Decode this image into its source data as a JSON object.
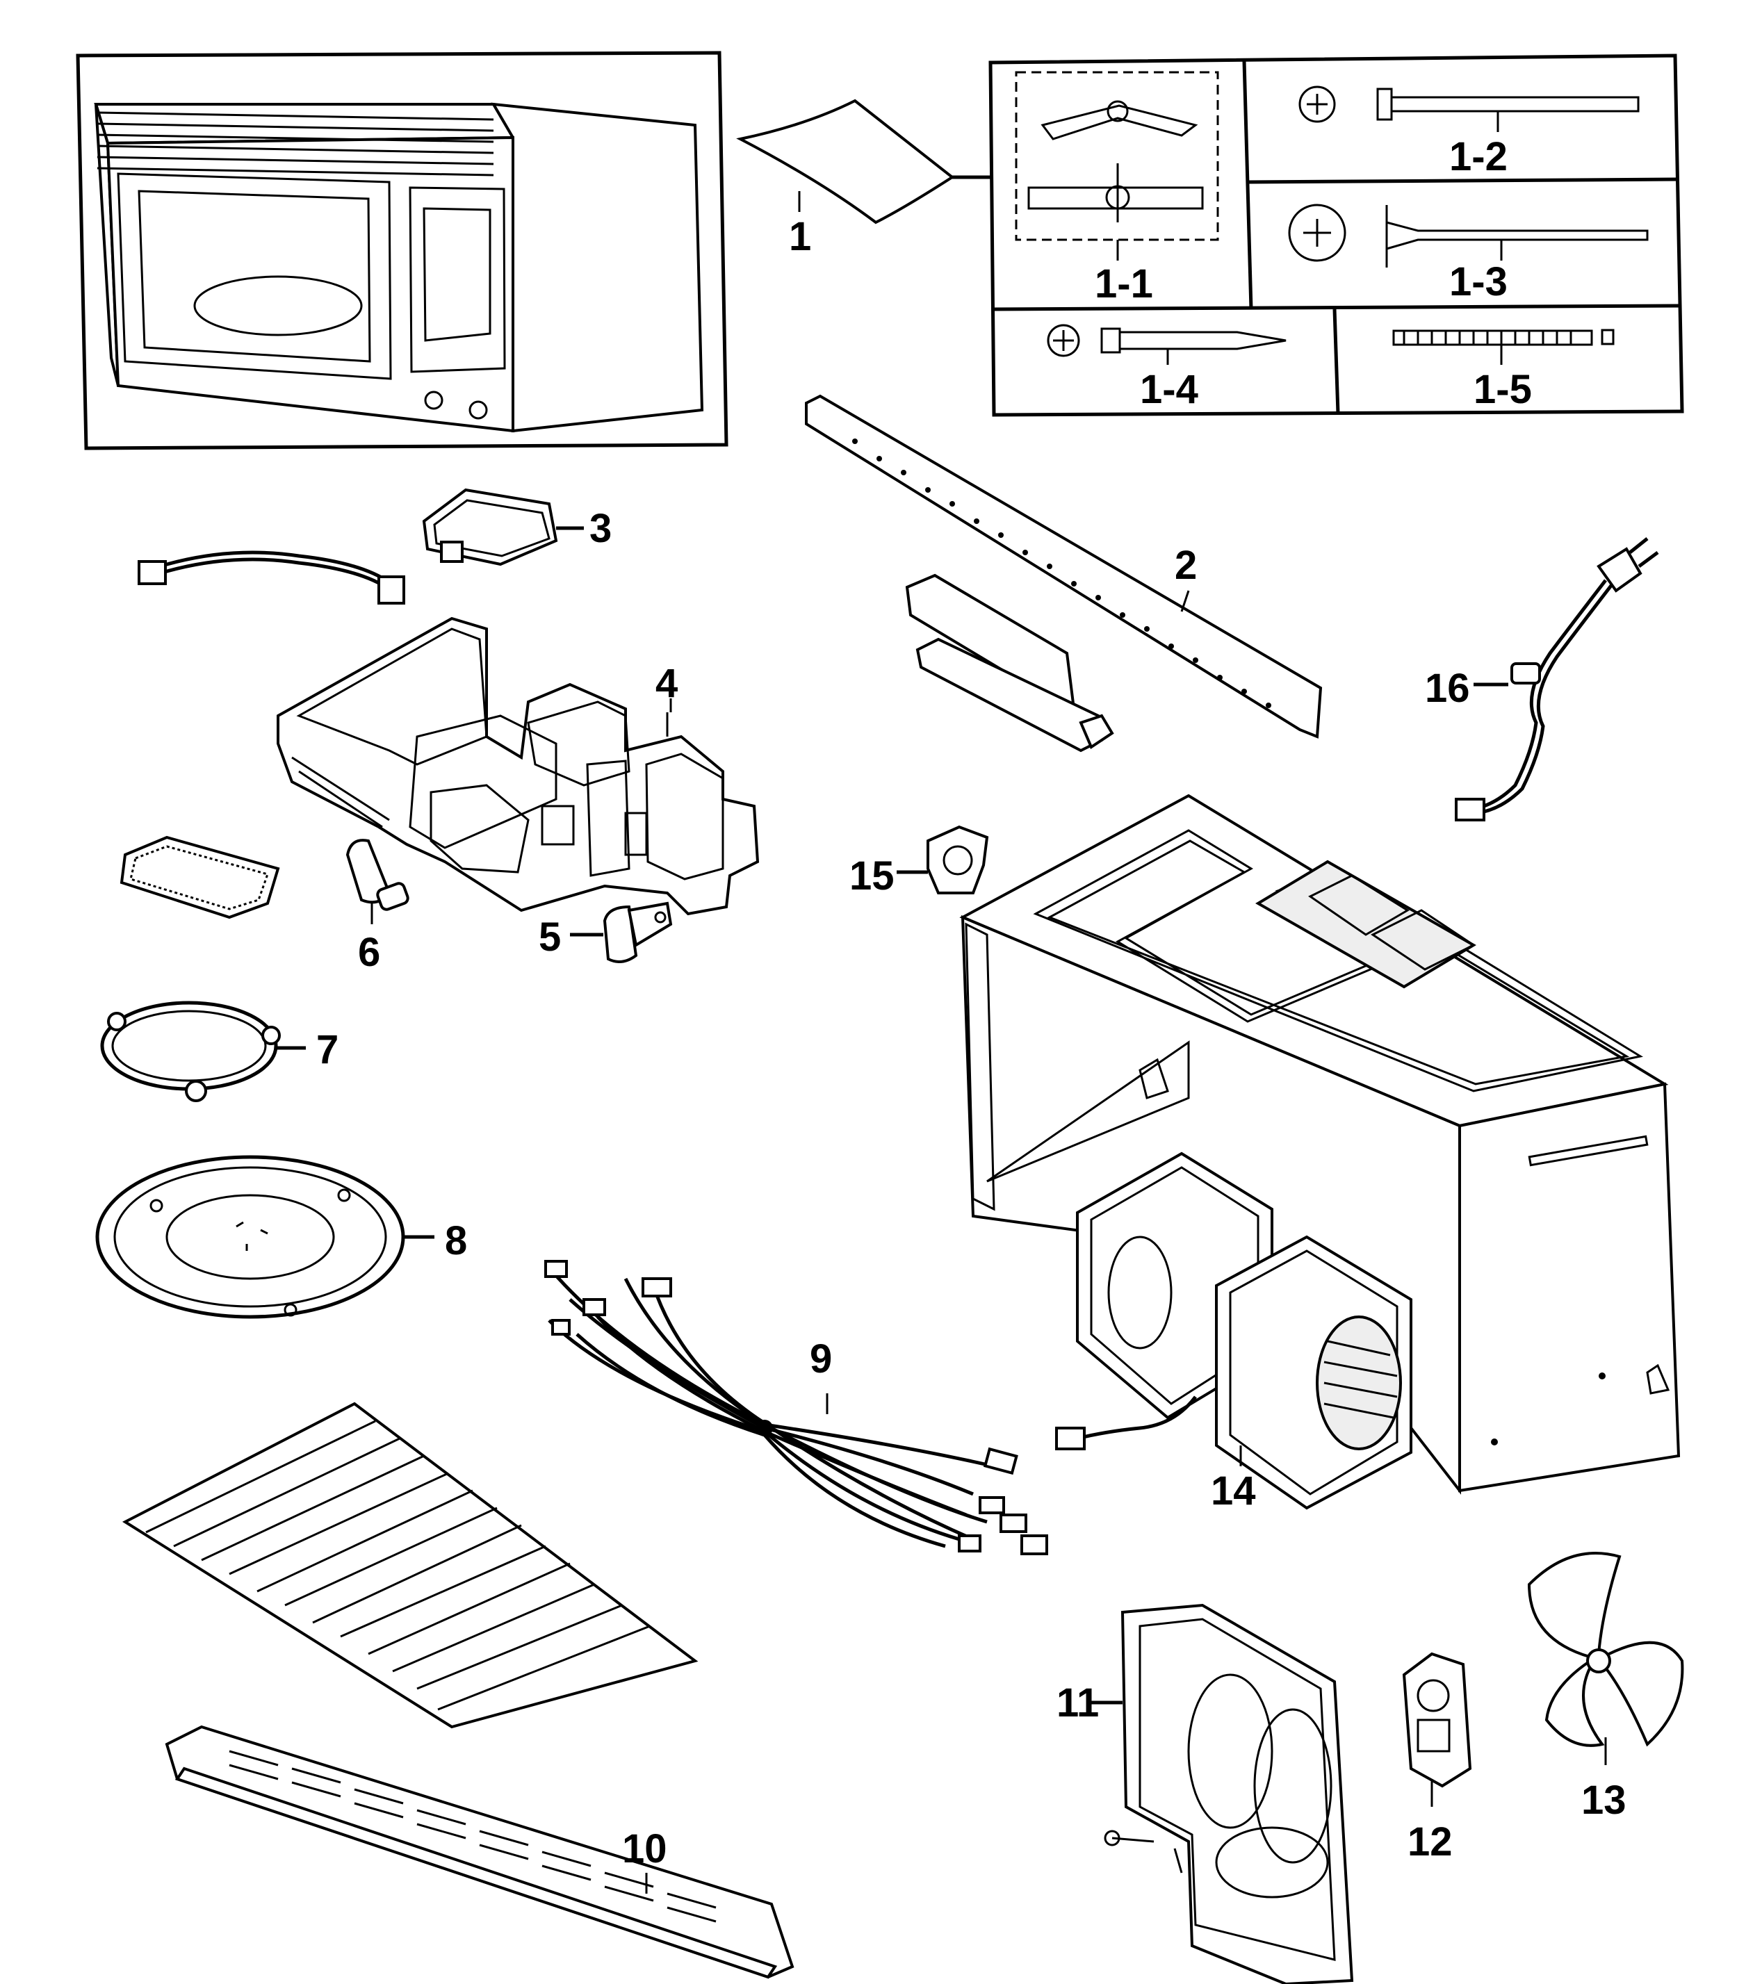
{
  "callouts": {
    "c1": "1",
    "c1_1": "1-1",
    "c1_2": "1-2",
    "c1_3": "1-3",
    "c1_4": "1-4",
    "c1_5": "1-5",
    "c2": "2",
    "c3": "3",
    "c4": "4",
    "c5": "5",
    "c6": "6",
    "c7": "7",
    "c8": "8",
    "c9": "9",
    "c10": "10",
    "c11": "11",
    "c12": "12",
    "c13": "13",
    "c14": "14",
    "c15": "15",
    "c16": "16"
  },
  "part_icons": {
    "p1": "installation-kit-bag-icon",
    "p2": "mounting-bracket-rail-icon",
    "p3": "cover-plate-icon",
    "p4": "base-plate-assembly-icon",
    "p5": "lamp-socket-icon",
    "p6": "lamp-bulb-icon",
    "p7": "roller-ring-icon",
    "p8": "glass-tray-icon",
    "p9": "wire-harness-icon",
    "p10": "grille-vent-icon",
    "p11": "fan-duct-icon",
    "p12": "fan-motor-icon",
    "p13": "fan-blade-icon",
    "p14": "blower-assembly-icon",
    "p15": "thermostat-icon",
    "p16": "power-cord-icon"
  }
}
